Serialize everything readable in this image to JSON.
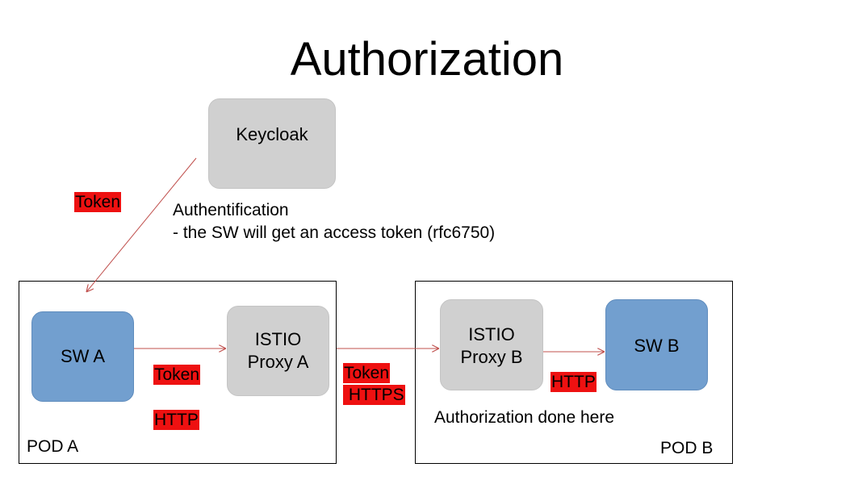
{
  "title": "Authorization",
  "keycloak": {
    "label": "Keycloak"
  },
  "auth_note": {
    "line1": "Authentification",
    "line2": "- the SW will get an access token (rfc6750)"
  },
  "pod_a": {
    "label": "POD A",
    "sw": "SW A",
    "proxy_line1": "ISTIO",
    "proxy_line2": "Proxy A"
  },
  "pod_b": {
    "label": "POD B",
    "sw": "SW B",
    "proxy_line1": "ISTIO",
    "proxy_line2": "Proxy B",
    "note": "Authorization done here"
  },
  "tags": {
    "token_keycloak": "Token",
    "token_pod_a": "Token",
    "http_pod_a": "HTTP",
    "token_between": "Token",
    "https_between": " HTTPS",
    "http_pod_b": "HTTP"
  },
  "colors": {
    "arrow": "#c0504d",
    "tag_bg": "#ee1111",
    "box_gray": "#d0d0d0",
    "box_blue": "#729fcf"
  }
}
